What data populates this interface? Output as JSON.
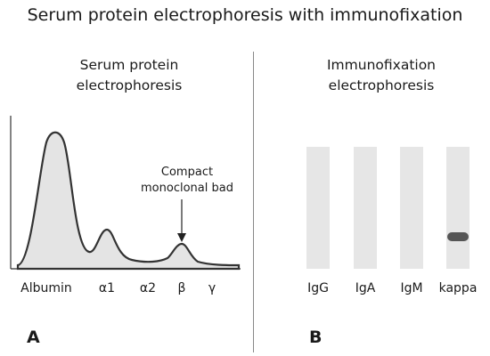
{
  "title": "Serum protein electrophoresis with immunofixation",
  "panel_a": {
    "letter": "A",
    "title_line1": "Serum protein",
    "title_line2": "electrophoresis",
    "x_labels": [
      "Albumin",
      "α1",
      "α2",
      "β",
      "γ"
    ],
    "annotation_line1": "Compact",
    "annotation_line2": "monoclonal bad"
  },
  "panel_b": {
    "letter": "B",
    "title_line1": "Immunofixation",
    "title_line2": "electrophoresis",
    "lanes": [
      "IgG",
      "IgA",
      "IgM",
      "kappa"
    ],
    "band_lane": "kappa"
  },
  "colors": {
    "curve_fill": "#e4e4e4",
    "curve_stroke": "#333333",
    "lane_fill": "#e6e6e6",
    "band": "#555555"
  },
  "icons": [
    "arrow-down-icon"
  ]
}
